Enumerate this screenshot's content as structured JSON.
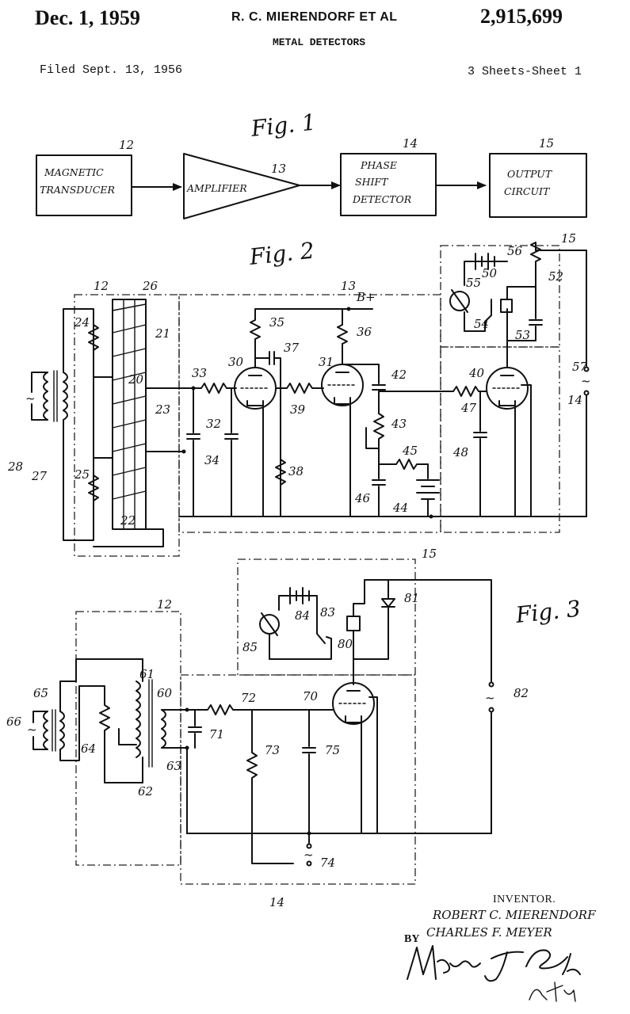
{
  "header": {
    "date": "Dec. 1, 1959",
    "inventor": "R. C. MIERENDORF ET AL",
    "patent_number": "2,915,699",
    "title": "METAL DETECTORS",
    "filed": "Filed Sept. 13, 1956",
    "sheets": "3 Sheets-Sheet 1"
  },
  "figures": {
    "fig1": {
      "label": "Fig. 1",
      "blocks": [
        {
          "id": "12",
          "line1": "MAGNETIC",
          "line2": "TRANSDUCER"
        },
        {
          "id": "13",
          "line1": "AMPLIFIER",
          "line2": ""
        },
        {
          "id": "14",
          "line1": "PHASE",
          "line2": "SHIFT",
          "line3": "DETECTOR"
        },
        {
          "id": "15",
          "line1": "OUTPUT",
          "line2": "CIRCUIT"
        }
      ]
    },
    "fig2": {
      "label": "Fig. 2",
      "supply": "B+",
      "refs": [
        "12",
        "26",
        "13",
        "15",
        "56",
        "50",
        "52",
        "55",
        "54",
        "53",
        "24",
        "21",
        "35",
        "36",
        "37",
        "30",
        "31",
        "42",
        "20",
        "33",
        "39",
        "40",
        "47",
        "57",
        "14",
        "23",
        "32",
        "34",
        "43",
        "45",
        "48",
        "28",
        "27",
        "38",
        "25",
        "46",
        "44",
        "22"
      ]
    },
    "fig3": {
      "label": "Fig. 3",
      "refs": [
        "15",
        "12",
        "84",
        "81",
        "83",
        "85",
        "80",
        "61",
        "60",
        "65",
        "70",
        "72",
        "82",
        "66",
        "64",
        "71",
        "63",
        "62",
        "73",
        "75",
        "74",
        "14"
      ]
    }
  },
  "signature": {
    "label": "INVENTOR.",
    "name1": "ROBERT C. MIERENDORF",
    "by": "BY",
    "name2": "CHARLES F. MEYER",
    "attorney_signature": "Myron J. Seibold Atty."
  }
}
